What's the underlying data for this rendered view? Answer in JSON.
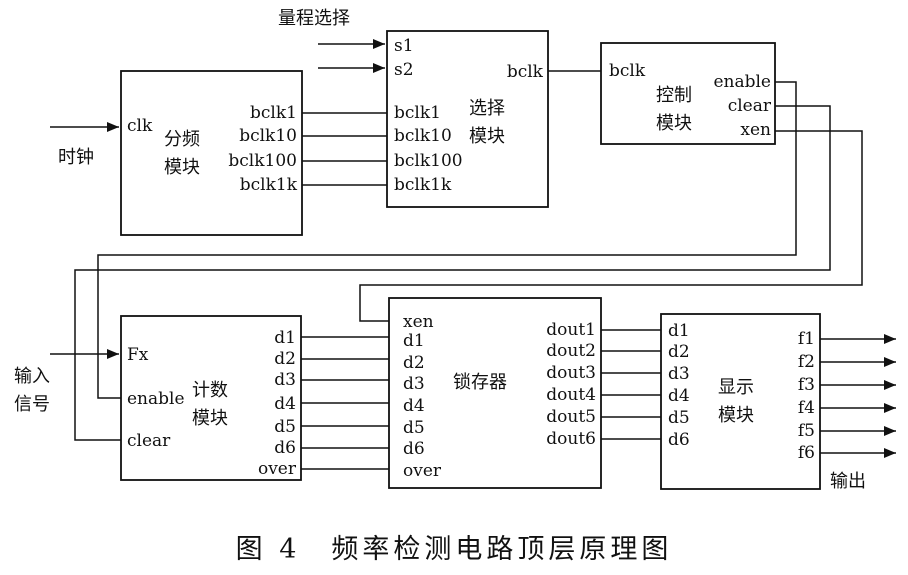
{
  "labels": {
    "range_select": "量程选择",
    "clock": "时钟",
    "input_line1": "输入",
    "input_line2": "信号",
    "output": "输出"
  },
  "modules": {
    "divider": {
      "name_line1": "分频",
      "name_line2": "模块",
      "in": [
        "clk"
      ],
      "out": [
        "bclk1",
        "bclk10",
        "bclk100",
        "bclk1k"
      ]
    },
    "selector": {
      "name_line1": "选择",
      "name_line2": "模块",
      "in": [
        "s1",
        "s2",
        "bclk1",
        "bclk10",
        "bclk100",
        "bclk1k"
      ],
      "out": [
        "bclk"
      ]
    },
    "control": {
      "name_line1": "控制",
      "name_line2": "模块",
      "in": [
        "bclk"
      ],
      "out": [
        "enable",
        "clear",
        "xen"
      ]
    },
    "counter": {
      "name_line1": "计数",
      "name_line2": "模块",
      "in": [
        "Fx",
        "enable",
        "clear"
      ],
      "out": [
        "d1",
        "d2",
        "d3",
        "d4",
        "d5",
        "d6",
        "over"
      ]
    },
    "latch": {
      "name": "锁存器",
      "in": [
        "xen",
        "d1",
        "d2",
        "d3",
        "d4",
        "d5",
        "d6",
        "over"
      ],
      "out": [
        "dout1",
        "dout2",
        "dout3",
        "dout4",
        "dout5",
        "dout6"
      ]
    },
    "display": {
      "name_line1": "显示",
      "name_line2": "模块",
      "in": [
        "d1",
        "d2",
        "d3",
        "d4",
        "d5",
        "d6"
      ],
      "out": [
        "f1",
        "f2",
        "f3",
        "f4",
        "f5",
        "f6"
      ]
    }
  },
  "caption": "图 4　频率检测电路顶层原理图"
}
